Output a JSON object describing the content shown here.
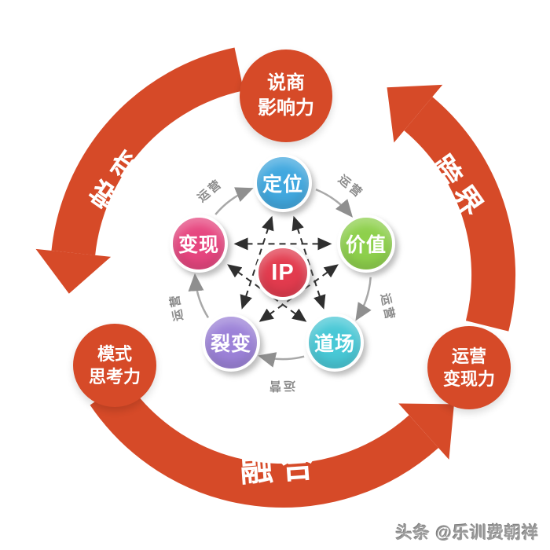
{
  "palette": {
    "background": "#ffffff",
    "arrow_red": "#d64a28",
    "badge_red": "#d64a28",
    "gray_arc": "#a8a8a8",
    "dashed_line": "#2f2f2f",
    "edge_label_gray": "#8a8a8a",
    "watermark_gray": "#9b9b9b"
  },
  "center_node": {
    "label": "IP",
    "color": "#e23b4e"
  },
  "pentagon_nodes": [
    {
      "id": "positioning",
      "label": "定位",
      "color": "#41a8df"
    },
    {
      "id": "value",
      "label": "价值",
      "color": "#8ed04c"
    },
    {
      "id": "dojo",
      "label": "道场",
      "color": "#49c8d6"
    },
    {
      "id": "fission",
      "label": "裂变",
      "color": "#9c82d8"
    },
    {
      "id": "monetization",
      "label": "变现",
      "color": "#e6467f"
    }
  ],
  "edges": [
    {
      "from": "变现",
      "to": "定位",
      "label": "运营"
    },
    {
      "from": "定位",
      "to": "价值",
      "label": "运营"
    },
    {
      "from": "价值",
      "to": "道场",
      "label": "运营"
    },
    {
      "from": "道场",
      "to": "裂变",
      "label": "运营"
    },
    {
      "from": "裂变",
      "to": "变现",
      "label": "运营"
    }
  ],
  "ring_arrows": [
    {
      "id": "metamorphosis",
      "label": "蜕变"
    },
    {
      "id": "crossover",
      "label": "跨界"
    },
    {
      "id": "fusion",
      "label": "融合"
    }
  ],
  "badges": [
    {
      "id": "top",
      "lines": [
        "说商",
        "影响力"
      ]
    },
    {
      "id": "left",
      "lines": [
        "模式",
        "思考力"
      ]
    },
    {
      "id": "right",
      "lines": [
        "运营",
        "变现力"
      ]
    }
  ],
  "watermark": "头条 @乐训费朝祥"
}
